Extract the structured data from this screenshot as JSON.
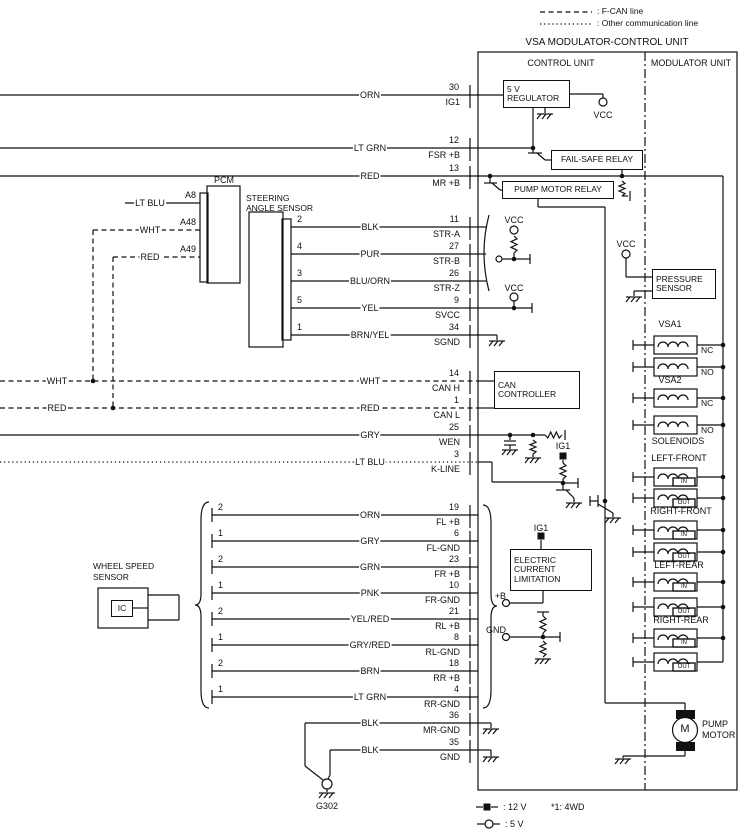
{
  "palette": {
    "ink": "#111111",
    "background": "#ffffff"
  },
  "legend": {
    "fcan": ": F-CAN line",
    "other": ": Other communication line"
  },
  "header": {
    "title": "VSA MODULATOR-CONTROL UNIT",
    "control_unit": "CONTROL UNIT",
    "modulator_unit": "MODULATOR UNIT"
  },
  "power_rows": [
    {
      "color": "ORN",
      "pin": "30",
      "signal": "IG1"
    },
    {
      "color": "LT GRN",
      "pin": "12",
      "signal": "FSR +B"
    },
    {
      "color": "RED",
      "pin": "13",
      "signal": "MR +B"
    }
  ],
  "pcm": {
    "title": "PCM",
    "rows": [
      {
        "pin": "A8",
        "color": "LT BLU"
      },
      {
        "pin": "A48",
        "color": "WHT"
      },
      {
        "pin": "A49",
        "color": "RED"
      }
    ]
  },
  "steering_sensor": {
    "title_line1": "STEERING",
    "title_line2": "ANGLE SENSOR",
    "rows": [
      {
        "pin": "2",
        "color": "BLK",
        "ecu_pin": "11",
        "signal": "STR-A"
      },
      {
        "pin": "4",
        "color": "PUR",
        "ecu_pin": "27",
        "signal": "STR-B"
      },
      {
        "pin": "3",
        "color": "BLU/ORN",
        "ecu_pin": "26",
        "signal": "STR-Z"
      },
      {
        "pin": "5",
        "color": "YEL",
        "ecu_pin": "9",
        "signal": "SVCC"
      },
      {
        "pin": "1",
        "color": "BRN/YEL",
        "ecu_pin": "34",
        "signal": "SGND"
      }
    ]
  },
  "comm_rows": [
    {
      "color": "WHT",
      "pin": "14",
      "signal": "CAN H",
      "line": "dashed"
    },
    {
      "color": "RED",
      "pin": "1",
      "signal": "CAN L",
      "line": "dashed"
    },
    {
      "color": "GRY",
      "pin": "25",
      "signal": "WEN",
      "line": "solid"
    },
    {
      "color": "LT BLU",
      "pin": "3",
      "signal": "K-LINE",
      "line": "dotted"
    }
  ],
  "wheel_sensor": {
    "title_line1": "WHEEL SPEED",
    "title_line2": "SENSOR",
    "ic": "IC",
    "rows": [
      {
        "pin": "2",
        "color": "ORN",
        "ecu_pin": "19",
        "signal": "FL +B"
      },
      {
        "pin": "1",
        "color": "GRY",
        "ecu_pin": "6",
        "signal": "FL-GND"
      },
      {
        "pin": "2",
        "color": "GRN",
        "ecu_pin": "23",
        "signal": "FR +B"
      },
      {
        "pin": "1",
        "color": "PNK",
        "ecu_pin": "10",
        "signal": "FR-GND"
      },
      {
        "pin": "2",
        "color": "YEL/RED",
        "ecu_pin": "21",
        "signal": "RL +B"
      },
      {
        "pin": "1",
        "color": "GRY/RED",
        "ecu_pin": "8",
        "signal": "RL-GND"
      },
      {
        "pin": "2",
        "color": "BRN",
        "ecu_pin": "18",
        "signal": "RR +B"
      },
      {
        "pin": "1",
        "color": "LT GRN",
        "ecu_pin": "4",
        "signal": "RR-GND"
      }
    ]
  },
  "ground_rows": [
    {
      "color": "BLK",
      "pin": "36",
      "signal": "MR-GND"
    },
    {
      "color": "BLK",
      "pin": "35",
      "signal": "GND"
    }
  ],
  "ground_point": "G302",
  "control_unit": {
    "regulator": [
      "5 V",
      "REGULATOR"
    ],
    "fail_safe_relay": "FAIL-SAFE RELAY",
    "pump_motor_relay": "PUMP MOTOR RELAY",
    "can_controller": [
      "CAN",
      "CONTROLLER"
    ],
    "current_limit": [
      "ELECTRIC",
      "CURRENT",
      "LIMITATION"
    ],
    "vcc": "VCC",
    "ig1": "IG1",
    "plus_b": "+B",
    "gnd": "GND"
  },
  "modulator": {
    "pressure_sensor": [
      "PRESSURE",
      "SENSOR"
    ],
    "vsa1": "VSA1",
    "vsa2": "VSA2",
    "solenoids": "SOLENOIDS",
    "groups": [
      "LEFT-FRONT",
      "RIGHT-FRONT",
      "LEFT-REAR",
      "RIGHT-REAR"
    ],
    "nc": "NC",
    "no": "NO",
    "in": "IN",
    "out": "OUT",
    "pump_motor": [
      "PUMP",
      "MOTOR"
    ],
    "motor_symbol": "M"
  },
  "footer": {
    "square_label": ": 12 V",
    "circle_label": ": 5 V",
    "note": "*1: 4WD"
  }
}
